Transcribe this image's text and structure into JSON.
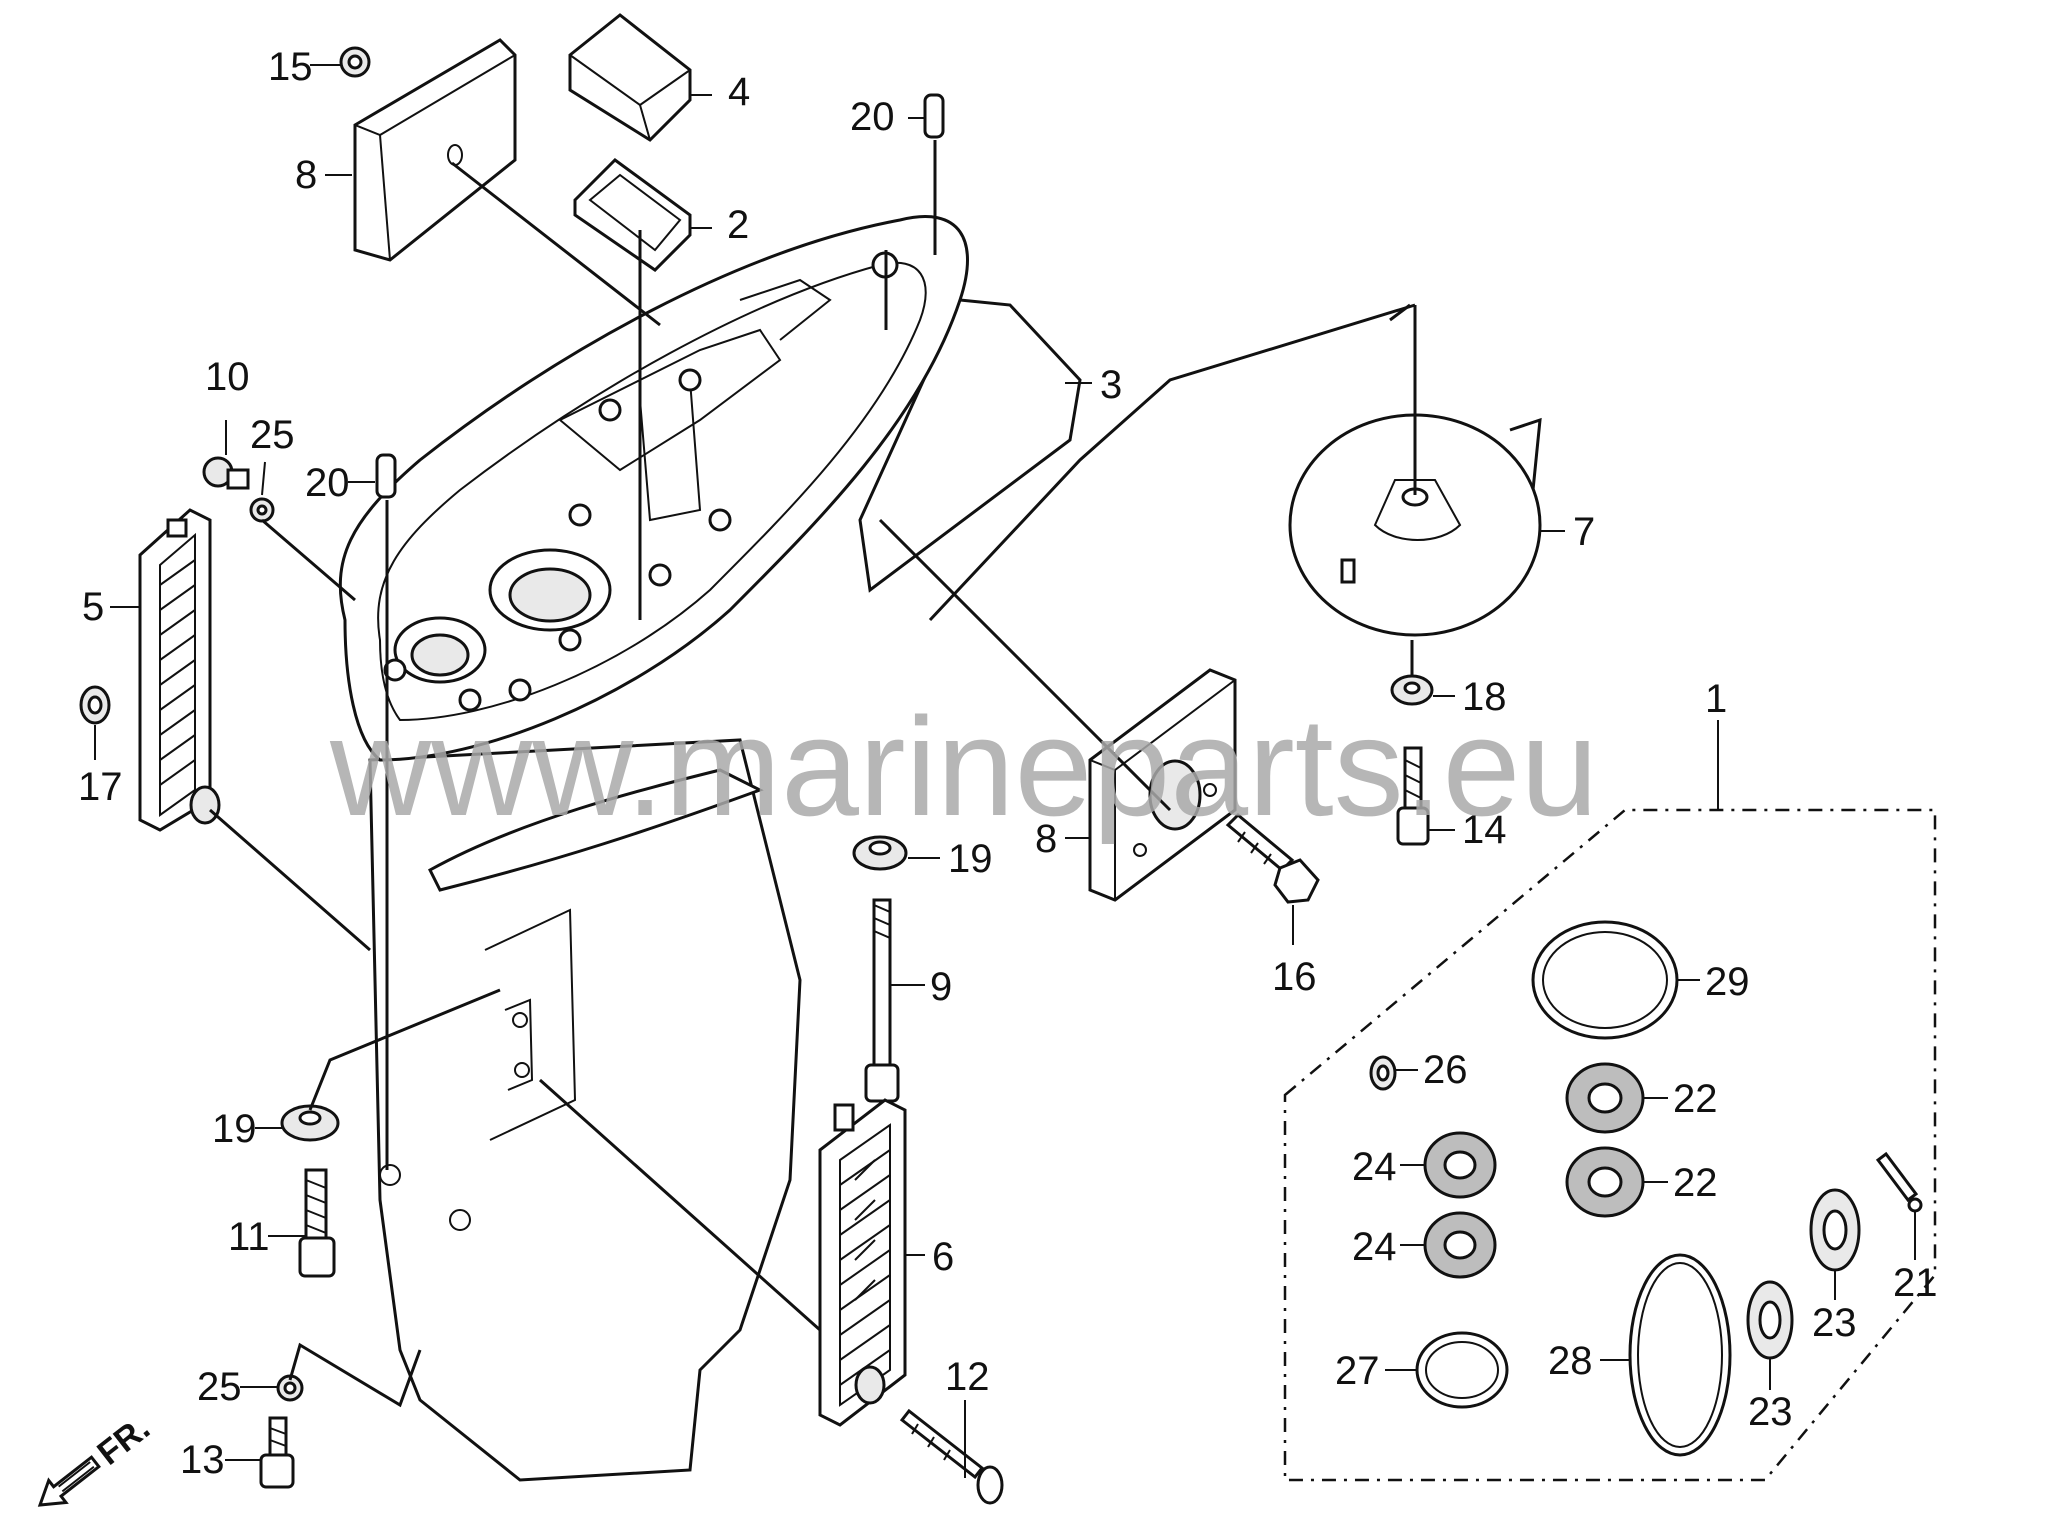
{
  "watermark": "www.marineparts.eu",
  "direction_label": "FR.",
  "callouts": {
    "c1": "1",
    "c2": "2",
    "c3": "3",
    "c4": "4",
    "c5": "5",
    "c6": "6",
    "c7": "7",
    "c8a": "8",
    "c8b": "8",
    "c9": "9",
    "c10": "10",
    "c11": "11",
    "c12": "12",
    "c13": "13",
    "c14": "14",
    "c15": "15",
    "c16": "16",
    "c17": "17",
    "c18": "18",
    "c19a": "19",
    "c19b": "19",
    "c20a": "20",
    "c20b": "20",
    "c21": "21",
    "c22a": "22",
    "c22b": "22",
    "c23a": "23",
    "c23b": "23",
    "c24a": "24",
    "c24b": "24",
    "c25a": "25",
    "c25b": "25",
    "c26": "26",
    "c27": "27",
    "c28": "28",
    "c29": "29"
  }
}
